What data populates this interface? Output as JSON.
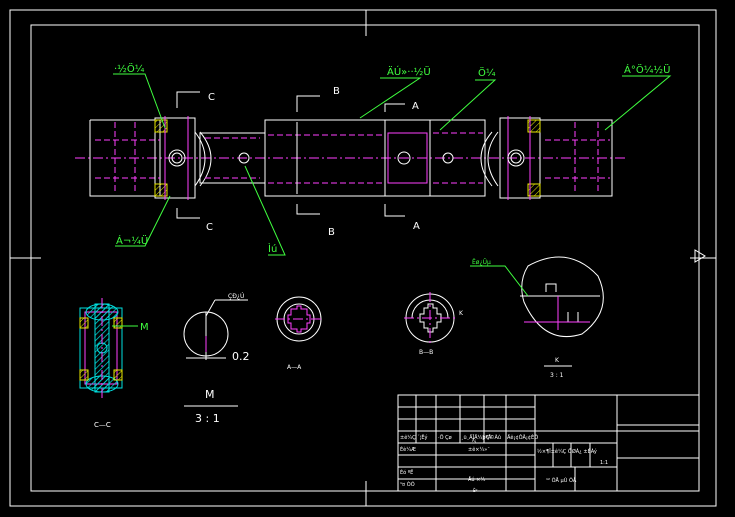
{
  "labels": {
    "leader_top_left": "·½Ö¼",
    "leader_top_mid": "ÄÚ»··½Ü",
    "leader_top_center": "Ö¼",
    "leader_top_right": "Á°Ö¼½Ü",
    "leader_bottom_left": "Á¬¼Ü",
    "leader_bottom_mid": "Ìú",
    "section_c_top": "C",
    "section_c_bottom": "C",
    "section_b_top": "B",
    "section_b_bottom": "B",
    "section_a_top": "A",
    "section_a_bottom": "A",
    "detail_m_marker": "M",
    "dim_02": "0.2",
    "dim_small": "ÇÐ¿Ú",
    "detail_label_m": "M",
    "detail_scale_m": "3 : 1",
    "label_cc": "C—C",
    "label_aa": "A—A",
    "label_bb": "B—B",
    "detail_k_leader": "Ëø¿Ûµ",
    "detail_k_label": "K",
    "detail_k_scale": "3 : 1",
    "view_b_k": "K"
  },
  "title_block": {
    "row1_col1": "±ê¼Ç ´¦Êý",
    "row1_col2": "·Ö Çø",
    "row1_col3": "¸ü¸ÄÎÄ¼þºÅ",
    "row1_col4": "Ç©Ãû",
    "row1_col5": "Äê¡¢ÔÂ¡¢ÈÕ",
    "row2_col1": "Éè¼Æ",
    "row2_col2": "±ê×¼»¯",
    "row3_col1": "Éó ºË",
    "row4_col1": "¹¤ ÒÕ",
    "row4_col2": "Åú ×¼",
    "stage_header": "½×¶Î±ê¼Ç ÖØÁ¿ ±ÈÀý",
    "ratio": "1:1",
    "sheet": "¹² ÕÅ µÚ ÕÅ",
    "small_1": "Èº",
    "small_2": "Ä¡"
  }
}
